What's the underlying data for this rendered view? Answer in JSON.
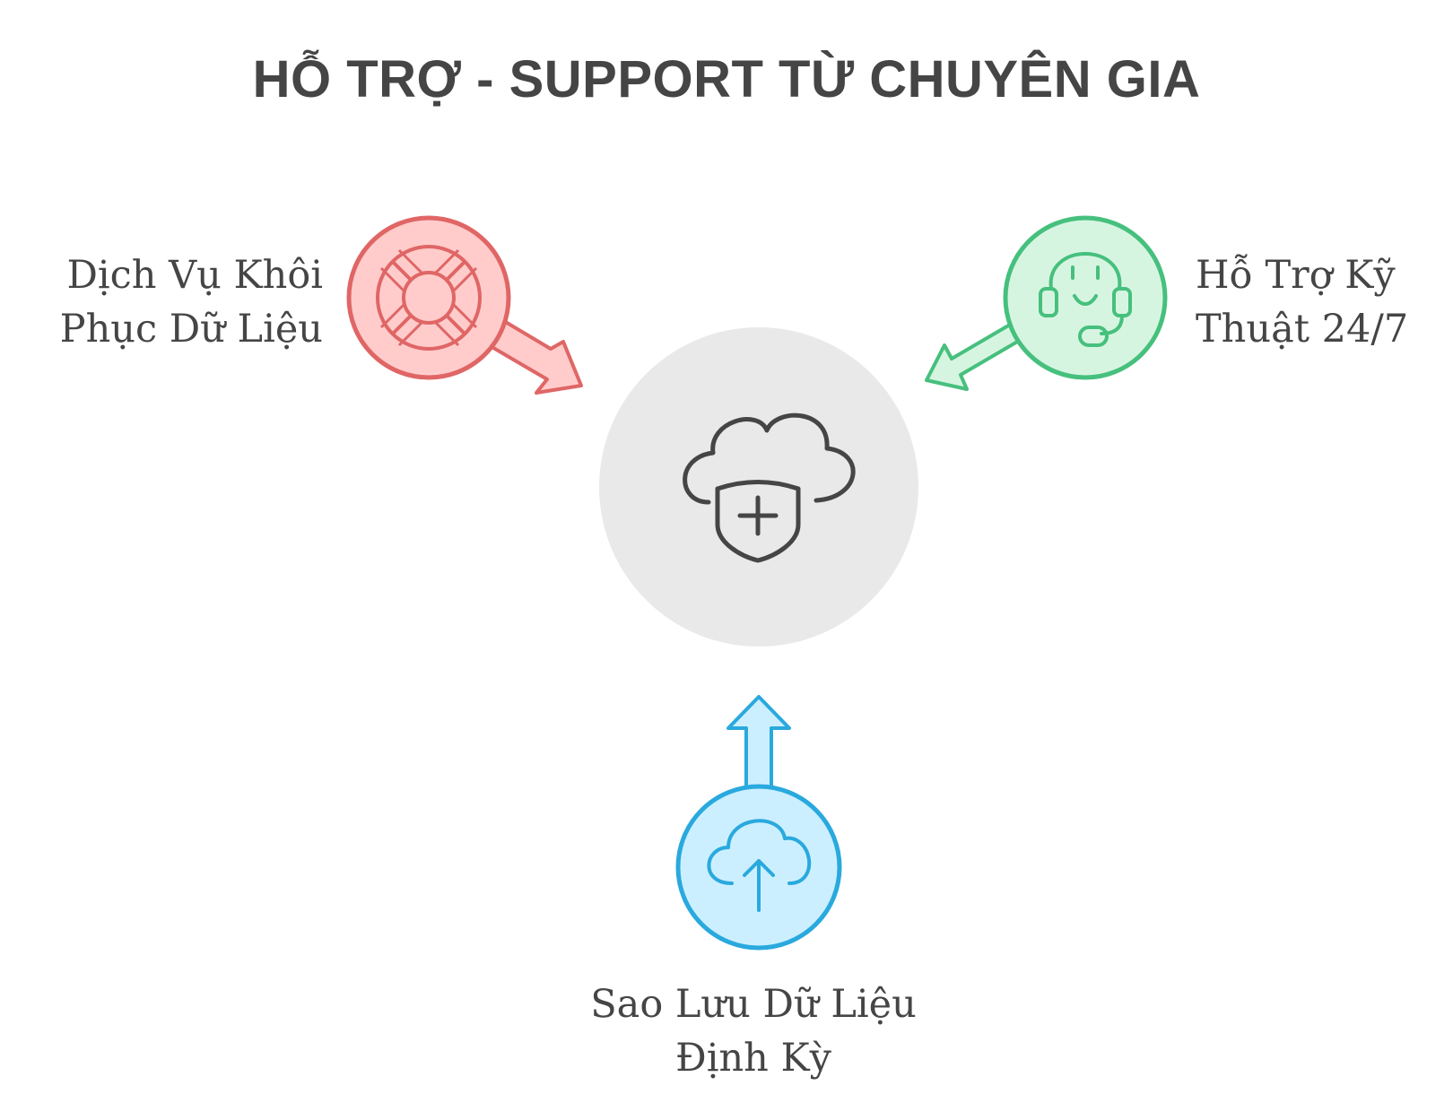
{
  "title": "HỖ TRỢ - SUPPORT TỪ CHUYÊN GIA",
  "nodes": {
    "left": {
      "lines": [
        "Dịch Vụ Khôi",
        "Phục Dữ Liệu"
      ],
      "icon": "lifebuoy-icon",
      "color": "#e06666",
      "fill": "#ffcccb"
    },
    "right": {
      "lines": [
        "Hỗ Trợ Kỹ",
        "Thuật 24/7"
      ],
      "icon": "headset-icon",
      "color": "#46c07d",
      "fill": "#d6f5e1"
    },
    "bottom": {
      "lines": [
        "Sao Lưu Dữ Liệu",
        "Định Kỳ"
      ],
      "icon": "cloud-upload-icon",
      "color": "#29a9de",
      "fill": "#ccefff"
    },
    "center": {
      "icon": "cloud-shield-icon",
      "fill": "#e9e9e9",
      "stroke": "#454545"
    }
  }
}
